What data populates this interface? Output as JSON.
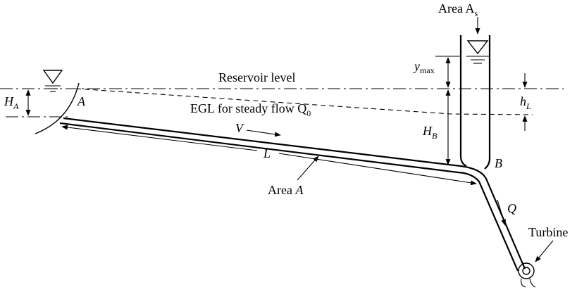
{
  "labels": {
    "area_as_main": "Area A",
    "area_as_sub": "s",
    "reservoir_level": "Reservoir level",
    "egl_main": "EGL for steady flow Q",
    "egl_sub": "0",
    "ha_main": "H",
    "ha_sub": "A",
    "point_a": "A",
    "ymax_main": "y",
    "ymax_sub": "max",
    "hl_main": "h",
    "hl_sub": "L",
    "hb_main": "H",
    "hb_sub": "B",
    "velocity": "V",
    "length": "L",
    "point_b": "B",
    "area_pipe_main": "Area ",
    "area_pipe_sub": "A",
    "flow": "Q",
    "turbine": "Turbine"
  }
}
